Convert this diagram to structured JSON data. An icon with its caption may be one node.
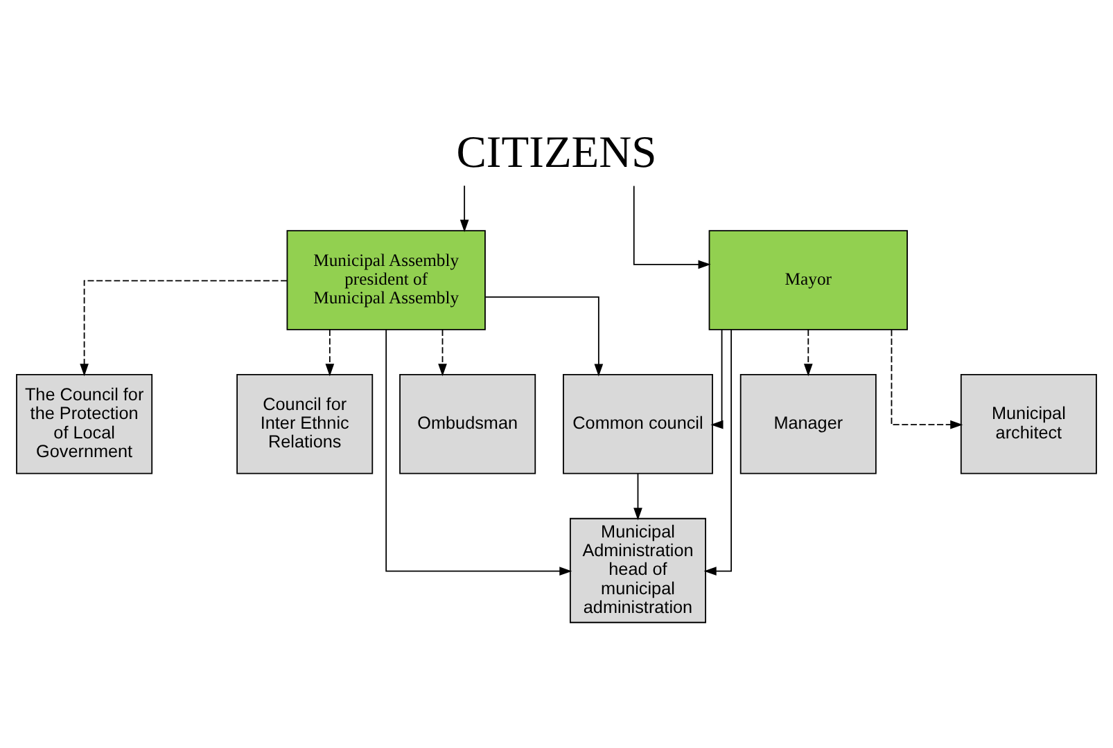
{
  "diagram": {
    "nodes": [
      {
        "text": [
          "CITIZENS"
        ]
      },
      {
        "text": [
          "Municipal Assembly president of Municipal Assembly"
        ]
      },
      {
        "text": [
          "Mayor"
        ]
      },
      {
        "text": [
          "The Council for the Protection of Local Government"
        ]
      },
      {
        "text": [
          "Common council"
        ]
      },
      {
        "text": [
          "Manager"
        ]
      },
      {
        "text": [
          "Municipal Administration head of municipal administration"
        ]
      },
      {
        "text": [
          "Council for Inter Ethnic Relations"
        ]
      },
      {
        "text": [
          "Ombudsman"
        ]
      },
      {
        "text": [
          "Municipal architect"
        ]
      }
    ],
    "edges": [
      {
        "from": 0,
        "to": 1,
        "arrow": "to"
      },
      {
        "from": 0,
        "to": 2,
        "arrow": "to"
      },
      {
        "from": 1,
        "to": 4,
        "arrow": "to"
      },
      {
        "from": 2,
        "to": 4,
        "arrow": "to"
      },
      {
        "from": 4,
        "to": 6,
        "arrow": "to"
      },
      {
        "from": 1,
        "to": 6,
        "arrow": "to"
      },
      {
        "from": 2,
        "to": 6,
        "arrow": "to"
      },
      {
        "from": 1,
        "to": 3,
        "arrow": "to",
        "style": "dashed"
      },
      {
        "from": 1,
        "to": 7,
        "arrow": "to",
        "style": "dashed"
      },
      {
        "from": 1,
        "to": 8,
        "arrow": "to",
        "style": "dashed"
      },
      {
        "from": 2,
        "to": 5,
        "arrow": "to",
        "style": "dashed"
      },
      {
        "from": 2,
        "to": 9,
        "arrow": "to",
        "style": "dashed"
      }
    ]
  }
}
